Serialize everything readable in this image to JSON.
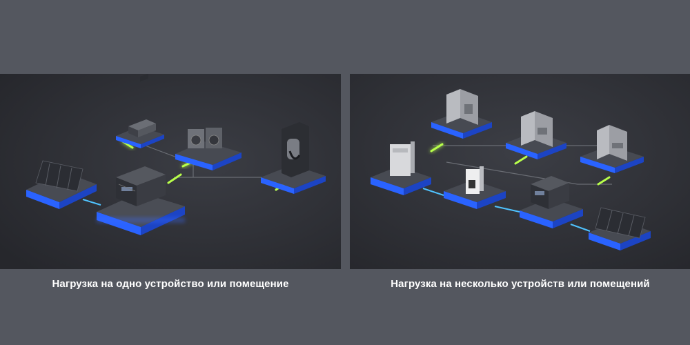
{
  "panels": [
    {
      "caption": "Нагрузка на одно устройство или помещение",
      "devices": [
        "solar-panel",
        "power-station",
        "microwave",
        "washer-dryer",
        "ev-charger"
      ]
    },
    {
      "caption": "Нагрузка на несколько устройств или помещений",
      "devices": [
        "smart-panel",
        "room-kitchen",
        "room-living",
        "room-bedroom",
        "battery-unit",
        "power-station",
        "solar-panel"
      ]
    }
  ],
  "colors": {
    "background": "#54575f",
    "scene": "#2f3137",
    "platform": "#3d4048",
    "glow_blue": "#3a63ff",
    "link_green": "#a8ff3a",
    "link_cyan": "#4fc3ff"
  }
}
